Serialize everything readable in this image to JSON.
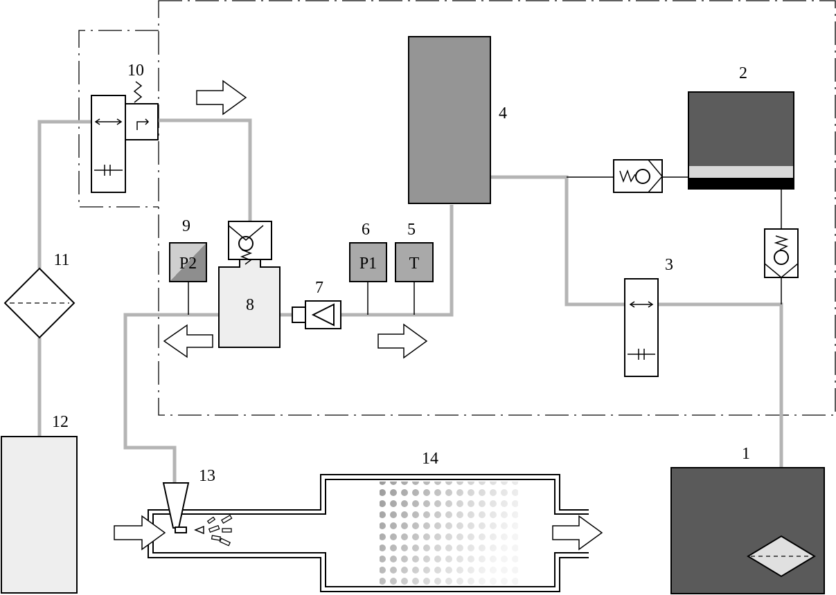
{
  "components": [
    {
      "label": "1"
    },
    {
      "label": "2"
    },
    {
      "label": "3"
    },
    {
      "label": "4"
    },
    {
      "label": "5"
    },
    {
      "label": "6"
    },
    {
      "label": "7"
    },
    {
      "label": "8"
    },
    {
      "label": "9"
    },
    {
      "label": "10"
    },
    {
      "label": "11"
    },
    {
      "label": "12"
    },
    {
      "label": "13"
    },
    {
      "label": "14"
    }
  ],
  "sensors": {
    "p2": "P2",
    "p1": "P1",
    "t": "T"
  },
  "colors": {
    "pipe": "#b4b4b4",
    "tank_1": "#5a5a5a",
    "tank_2": "#5c5c5c",
    "accumulator_4": "#959595",
    "sensor_fill": "#a9a9a9",
    "light_fill": "#eeeeee"
  }
}
